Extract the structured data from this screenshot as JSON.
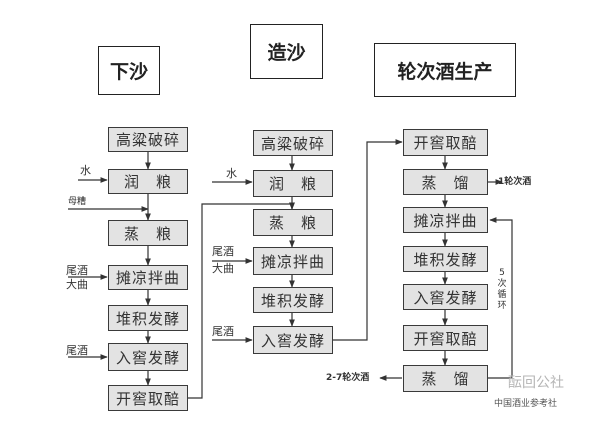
{
  "stages": {
    "xiasha": "下沙",
    "zaosha": "造沙",
    "lunci": "轮次酒生产"
  },
  "col1": {
    "steps": [
      "高粱破碎",
      "润　粮",
      "蒸　粮",
      "摊凉拌曲",
      "堆积发酵",
      "入窖发酵",
      "开窖取醅"
    ],
    "inputs": {
      "water": "水",
      "mucao": "母糟",
      "weijiu": "尾酒",
      "daqu": "大曲",
      "weijiu2": "尾酒"
    }
  },
  "col2": {
    "steps": [
      "高粱破碎",
      "润　粮",
      "蒸　粮",
      "摊凉拌曲",
      "堆积发酵",
      "入窖发酵"
    ],
    "inputs": {
      "water": "水",
      "weijiu": "尾酒",
      "daqu": "大曲",
      "weijiu2": "尾酒"
    }
  },
  "col3": {
    "steps": [
      "开窖取醅",
      "蒸　馏",
      "摊凉拌曲",
      "堆积发酵",
      "入窖发酵",
      "开窖取醅",
      "蒸　馏"
    ],
    "outputs": {
      "first": "1轮次酒",
      "later": "2-7轮次酒"
    },
    "loop_label": "5次循环"
  },
  "watermark": {
    "a": "酝回公社",
    "b": "中国酒业参考社"
  }
}
